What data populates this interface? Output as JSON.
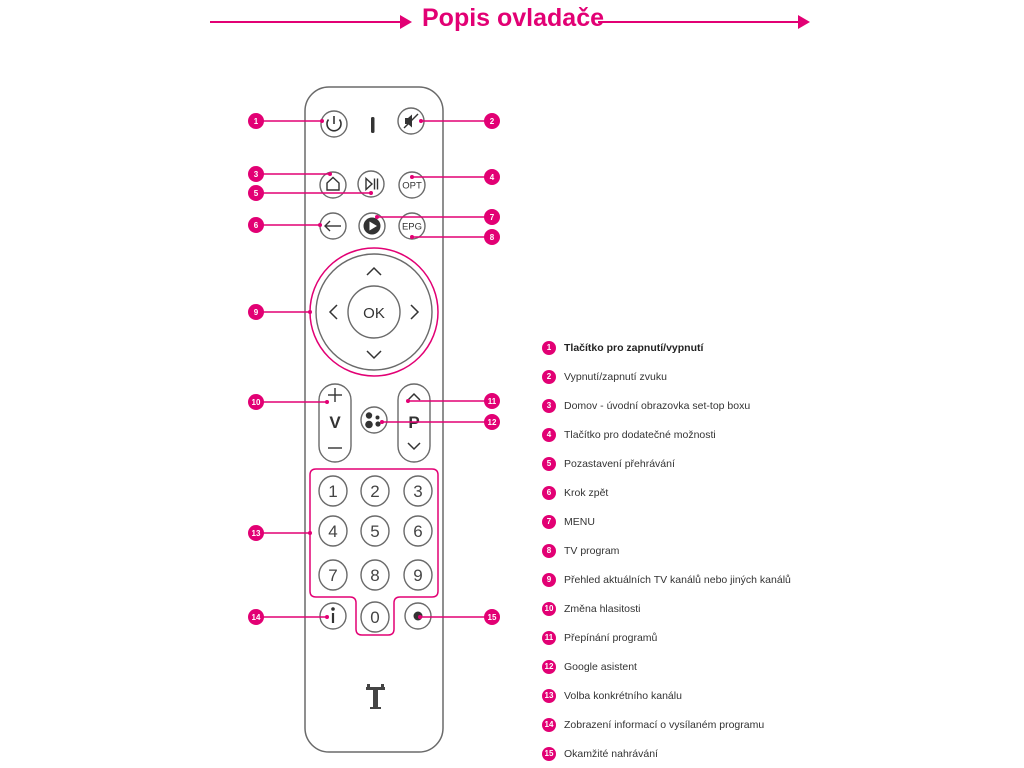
{
  "title": "Popis ovladače",
  "colors": {
    "accent": "#e20074",
    "outline": "#666666"
  },
  "remote": {
    "ok_label": "OK",
    "opt_label": "OPT",
    "epg_label": "EPG",
    "volume_letter": "V",
    "channel_letter": "P",
    "digits": [
      "1",
      "2",
      "3",
      "4",
      "5",
      "6",
      "7",
      "8",
      "9",
      "0"
    ],
    "logo": "T",
    "icons": [
      "power-icon",
      "mute-icon",
      "home-icon",
      "play-pause-icon",
      "back-arrow-icon",
      "menu-icon",
      "info-icon",
      "record-icon",
      "google-assistant-icon"
    ]
  },
  "callouts": [
    "1",
    "2",
    "3",
    "4",
    "5",
    "6",
    "7",
    "8",
    "9",
    "10",
    "11",
    "12",
    "13",
    "14",
    "15"
  ],
  "legend": [
    {
      "num": "1",
      "label": "Tlačítko pro zapnutí/vypnutí"
    },
    {
      "num": "2",
      "label": "Vypnutí/zapnutí zvuku"
    },
    {
      "num": "3",
      "label": "Domov - úvodní obrazovka set-top boxu"
    },
    {
      "num": "4",
      "label": "Tlačítko pro dodatečné možnosti"
    },
    {
      "num": "5",
      "label": "Pozastavení přehrávání"
    },
    {
      "num": "6",
      "label": "Krok zpět"
    },
    {
      "num": "7",
      "label": "MENU"
    },
    {
      "num": "8",
      "label": "TV program"
    },
    {
      "num": "9",
      "label": "Přehled aktuálních TV kanálů nebo jiných kanálů"
    },
    {
      "num": "10",
      "label": "Změna hlasitosti"
    },
    {
      "num": "11",
      "label": "Přepínání programů"
    },
    {
      "num": "12",
      "label": "Google asistent"
    },
    {
      "num": "13",
      "label": "Volba konkrétního kanálu"
    },
    {
      "num": "14",
      "label": "Zobrazení informací o vysílaném programu"
    },
    {
      "num": "15",
      "label": "Okamžité nahrávání"
    }
  ]
}
